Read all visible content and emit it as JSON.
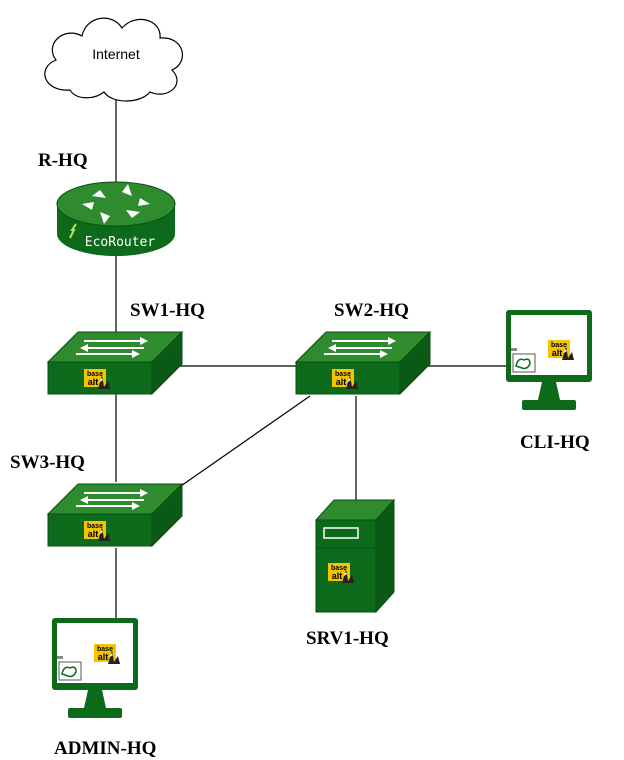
{
  "colors": {
    "device_top": "#2e8b2e",
    "device_front": "#0c6a1a",
    "device_dark": "#0a4f14",
    "link": "#000000",
    "logo_yellow": "#f5c400"
  },
  "cloud": {
    "label": "Internet",
    "icon": "cloud-icon"
  },
  "router": {
    "label": "R-HQ",
    "brand": "EcoRouter",
    "icon": "router-icon"
  },
  "switches": [
    {
      "id": "sw1",
      "label": "SW1-HQ",
      "icon": "switch-icon"
    },
    {
      "id": "sw2",
      "label": "SW2-HQ",
      "icon": "switch-icon"
    },
    {
      "id": "sw3",
      "label": "SW3-HQ",
      "icon": "switch-icon"
    }
  ],
  "server": {
    "label": "SRV1-HQ",
    "icon": "server-icon"
  },
  "workstations": [
    {
      "id": "cli",
      "label": "CLI-HQ",
      "icon": "monitor-icon"
    },
    {
      "id": "admin",
      "label": "ADMIN-HQ",
      "icon": "monitor-icon"
    }
  ],
  "logo": {
    "top": "base",
    "bottom": "alt"
  },
  "links": [
    {
      "from": "Internet",
      "to": "R-HQ"
    },
    {
      "from": "R-HQ",
      "to": "SW1-HQ"
    },
    {
      "from": "SW1-HQ",
      "to": "SW2-HQ"
    },
    {
      "from": "SW1-HQ",
      "to": "SW3-HQ"
    },
    {
      "from": "SW2-HQ",
      "to": "SW3-HQ"
    },
    {
      "from": "SW2-HQ",
      "to": "CLI-HQ"
    },
    {
      "from": "SW2-HQ",
      "to": "SRV1-HQ"
    },
    {
      "from": "SW3-HQ",
      "to": "ADMIN-HQ"
    }
  ]
}
